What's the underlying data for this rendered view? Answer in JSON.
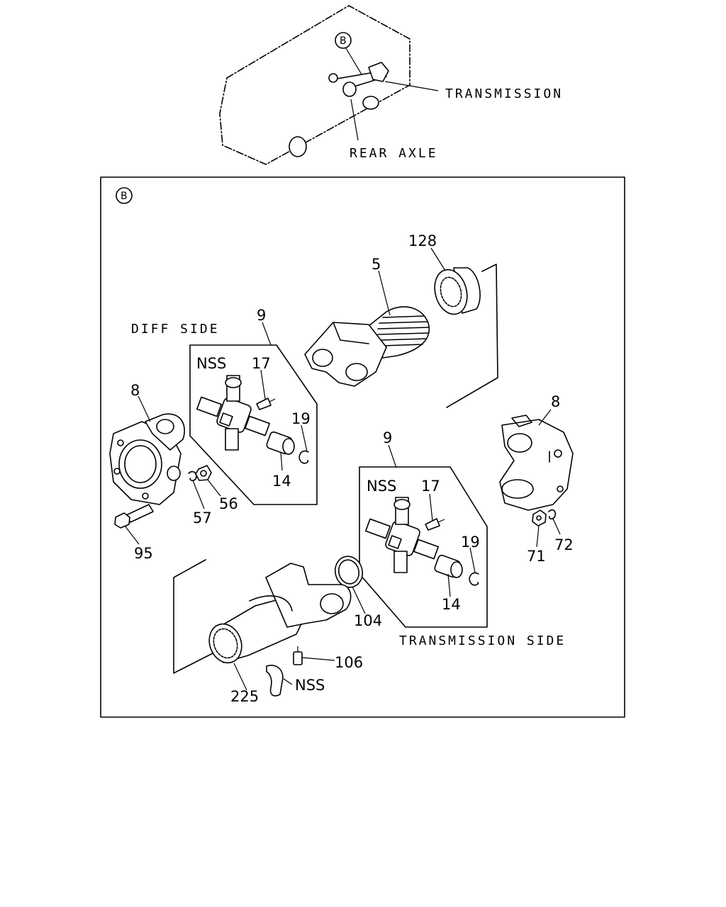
{
  "overview": {
    "ref_marker": "B",
    "label_transmission": "TRANSMISSION",
    "label_rear_axle": "REAR AXLE"
  },
  "detail": {
    "ref_marker": "B",
    "diff_side": "DIFF SIDE",
    "transmission_side": "TRANSMISSION SIDE"
  },
  "callouts": {
    "c128": "128",
    "c5": "5",
    "c9_left": "9",
    "c9_right": "9",
    "nss_left": "NSS",
    "c17_left": "17",
    "c19_left": "19",
    "c14_left": "14",
    "c8_left": "8",
    "c57": "57",
    "c56": "56",
    "c95": "95",
    "c8_right": "8",
    "c71": "71",
    "c72": "72",
    "nss_right": "NSS",
    "c17_right": "17",
    "c19_right": "19",
    "c14_right": "14",
    "c104": "104",
    "c106": "106",
    "c225": "225",
    "nss_bottom": "NSS"
  }
}
